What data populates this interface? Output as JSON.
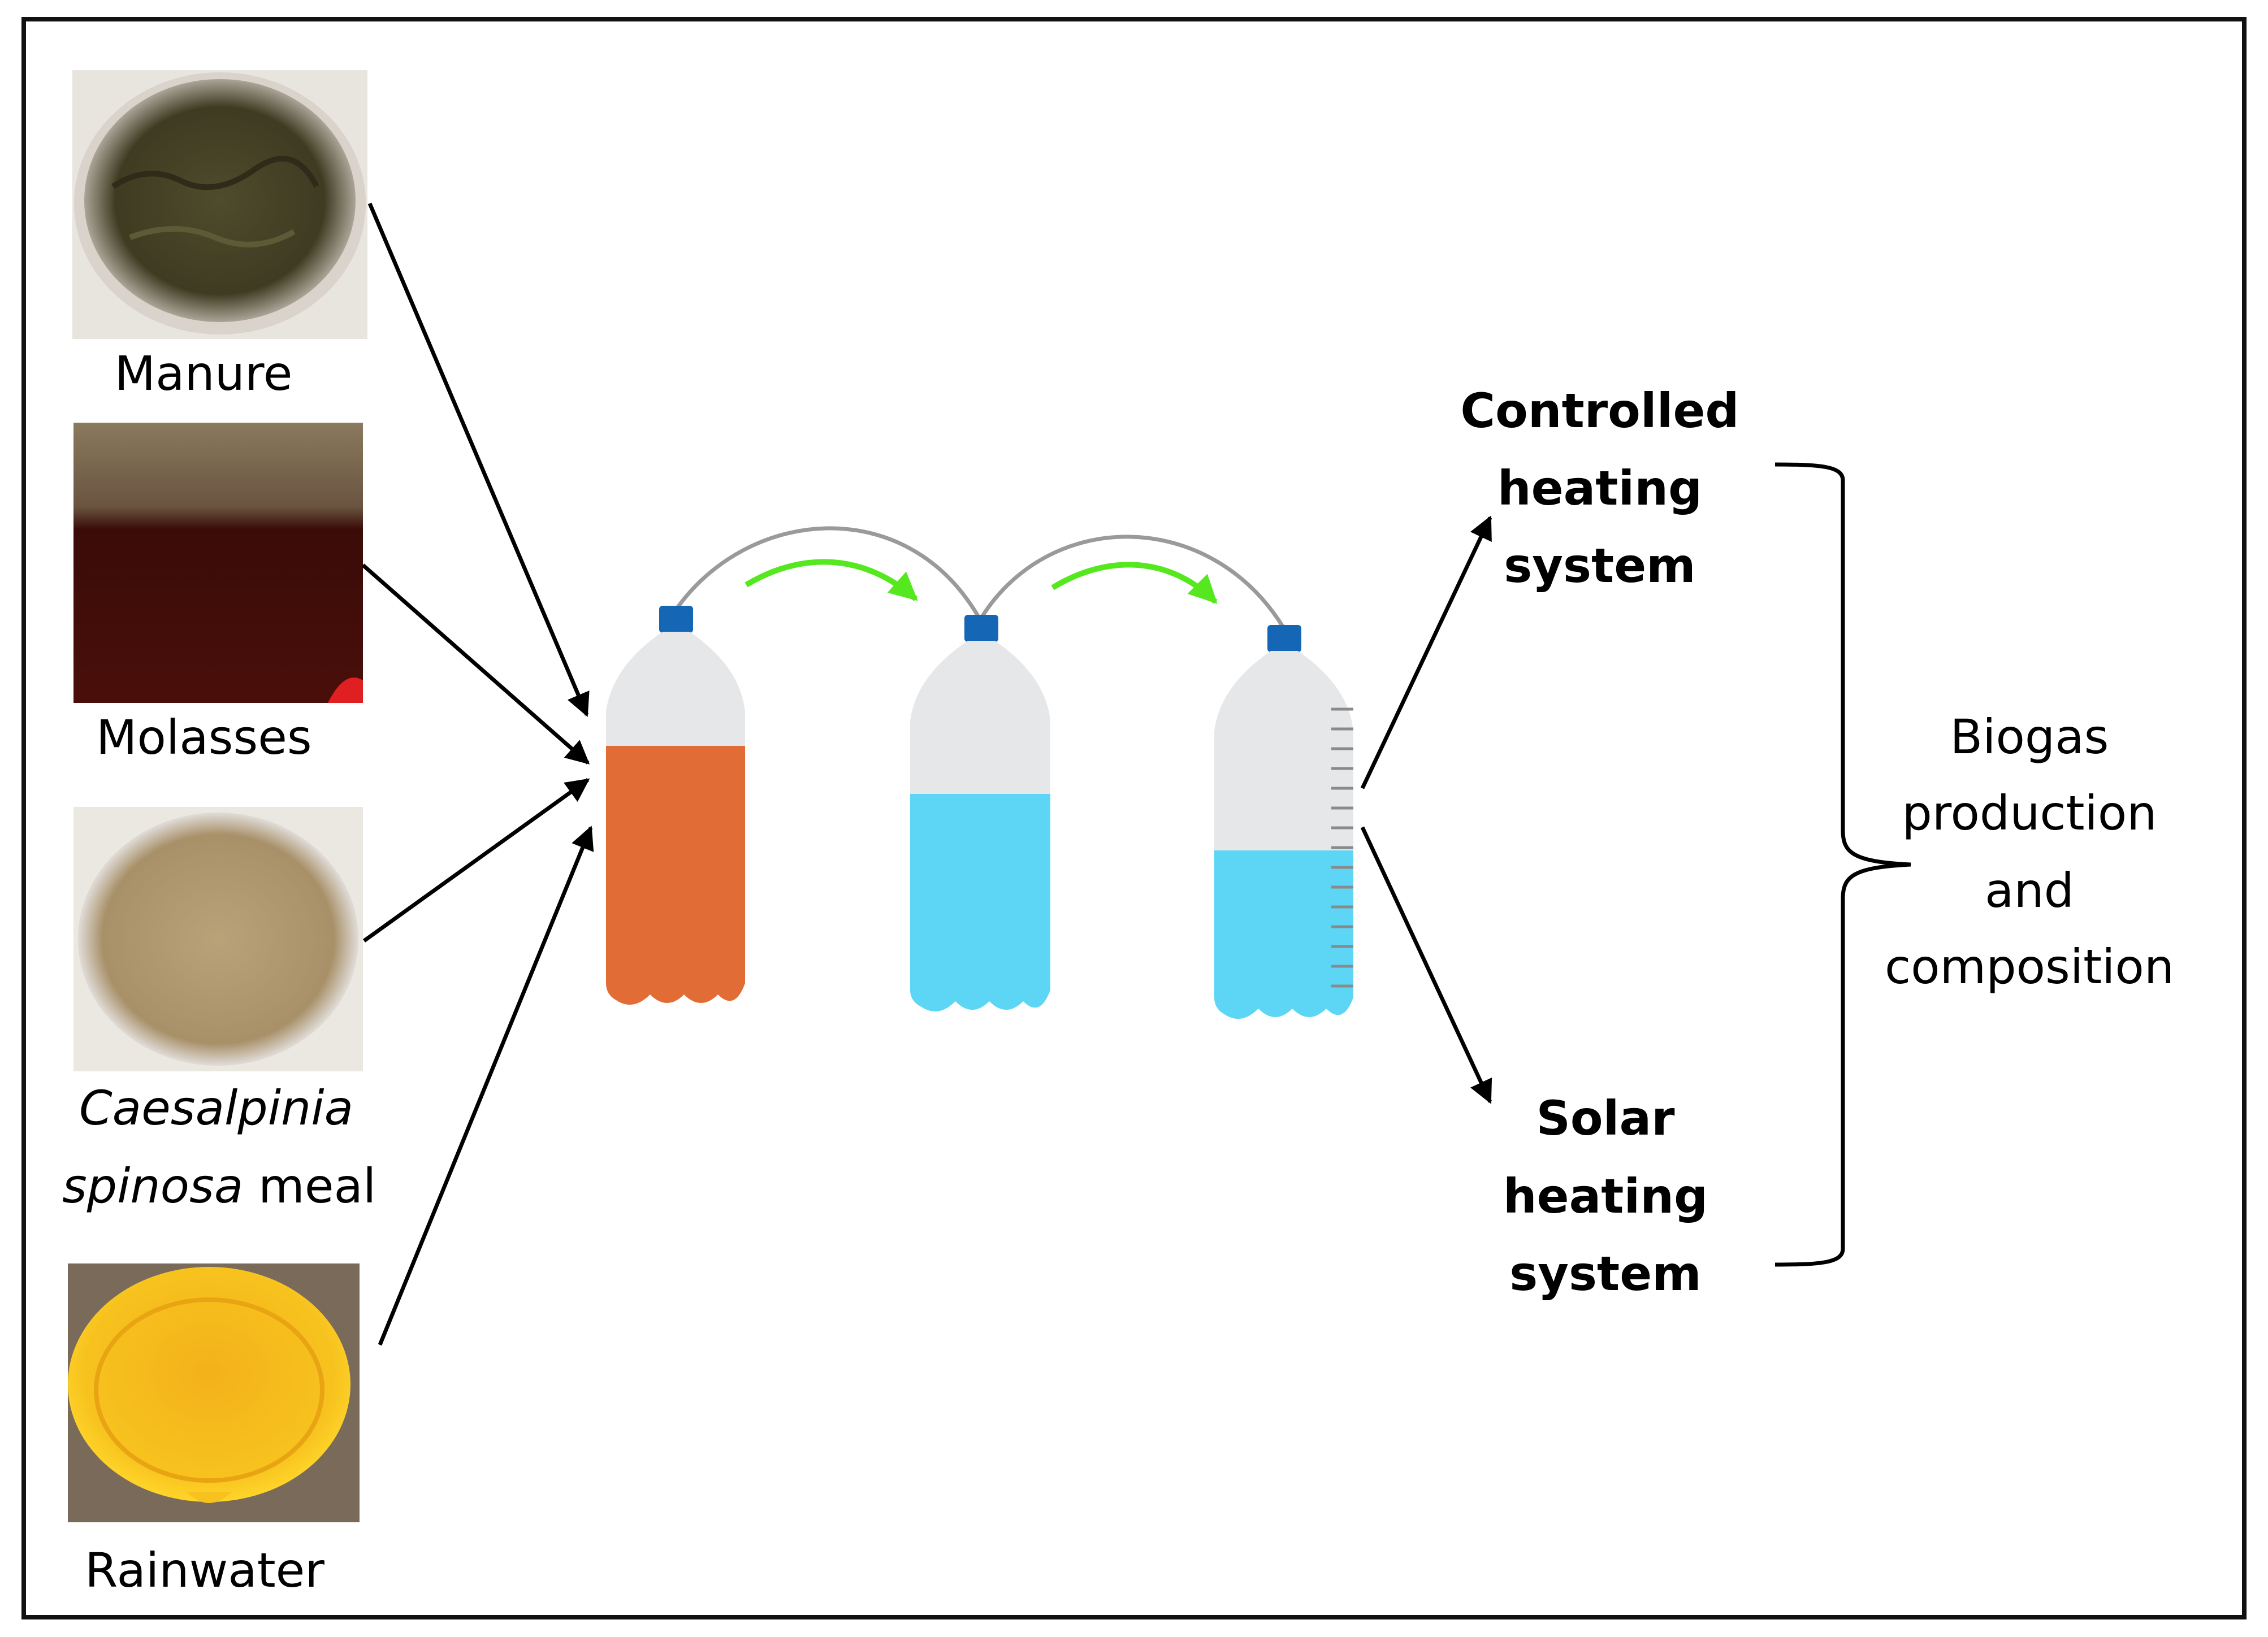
{
  "ingredients": {
    "manure": "Manure",
    "molasses": "Molasses",
    "caesalpinia_italic": "Caesalpinia",
    "spinosa_italic": "spinosa",
    "meal": " meal",
    "rainwater": "Rainwater"
  },
  "outputs": {
    "controlled": [
      "Controlled",
      "heating",
      "system"
    ],
    "solar": [
      "Solar",
      "heating",
      "system"
    ]
  },
  "result": [
    "Biogas",
    "production",
    "and",
    "composition"
  ],
  "colors": {
    "orange_liquid": "#e26c35",
    "blue_liquid": "#5dd6f5",
    "bottle_body": "#e6e7e8",
    "cap": "#1566b5",
    "flow_arrow": "#55e81e",
    "manure": "#4a4a2a",
    "molasses": "#3a0e0b",
    "tara_meal": "#b39b72",
    "rainwater": "#f5b81c"
  }
}
